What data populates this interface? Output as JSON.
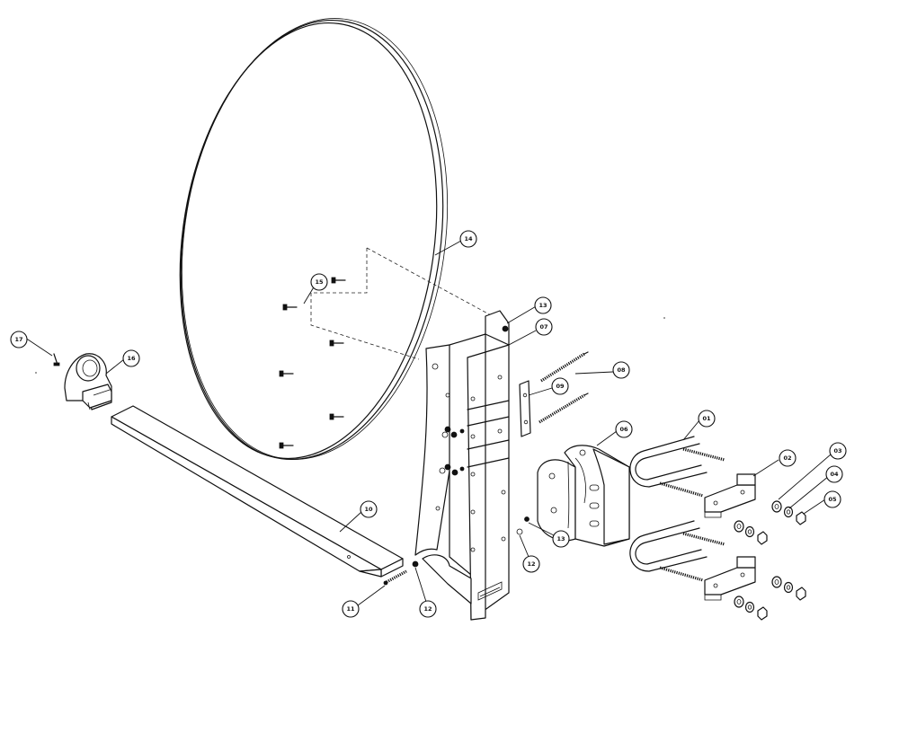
{
  "callouts": [
    {
      "id": "c01",
      "label": "01"
    },
    {
      "id": "c02",
      "label": "02"
    },
    {
      "id": "c03",
      "label": "03"
    },
    {
      "id": "c04",
      "label": "04"
    },
    {
      "id": "c05",
      "label": "05"
    },
    {
      "id": "c06",
      "label": "06"
    },
    {
      "id": "c07",
      "label": "07"
    },
    {
      "id": "c08",
      "label": "08"
    },
    {
      "id": "c09",
      "label": "09"
    },
    {
      "id": "c10",
      "label": "10"
    },
    {
      "id": "c11",
      "label": "11"
    },
    {
      "id": "c12a",
      "label": "12"
    },
    {
      "id": "c12b",
      "label": "12"
    },
    {
      "id": "c13a",
      "label": "13"
    },
    {
      "id": "c13b",
      "label": "13"
    },
    {
      "id": "c14",
      "label": "14"
    },
    {
      "id": "c15",
      "label": "15"
    },
    {
      "id": "c16",
      "label": "16"
    },
    {
      "id": "c17",
      "label": "17"
    }
  ]
}
